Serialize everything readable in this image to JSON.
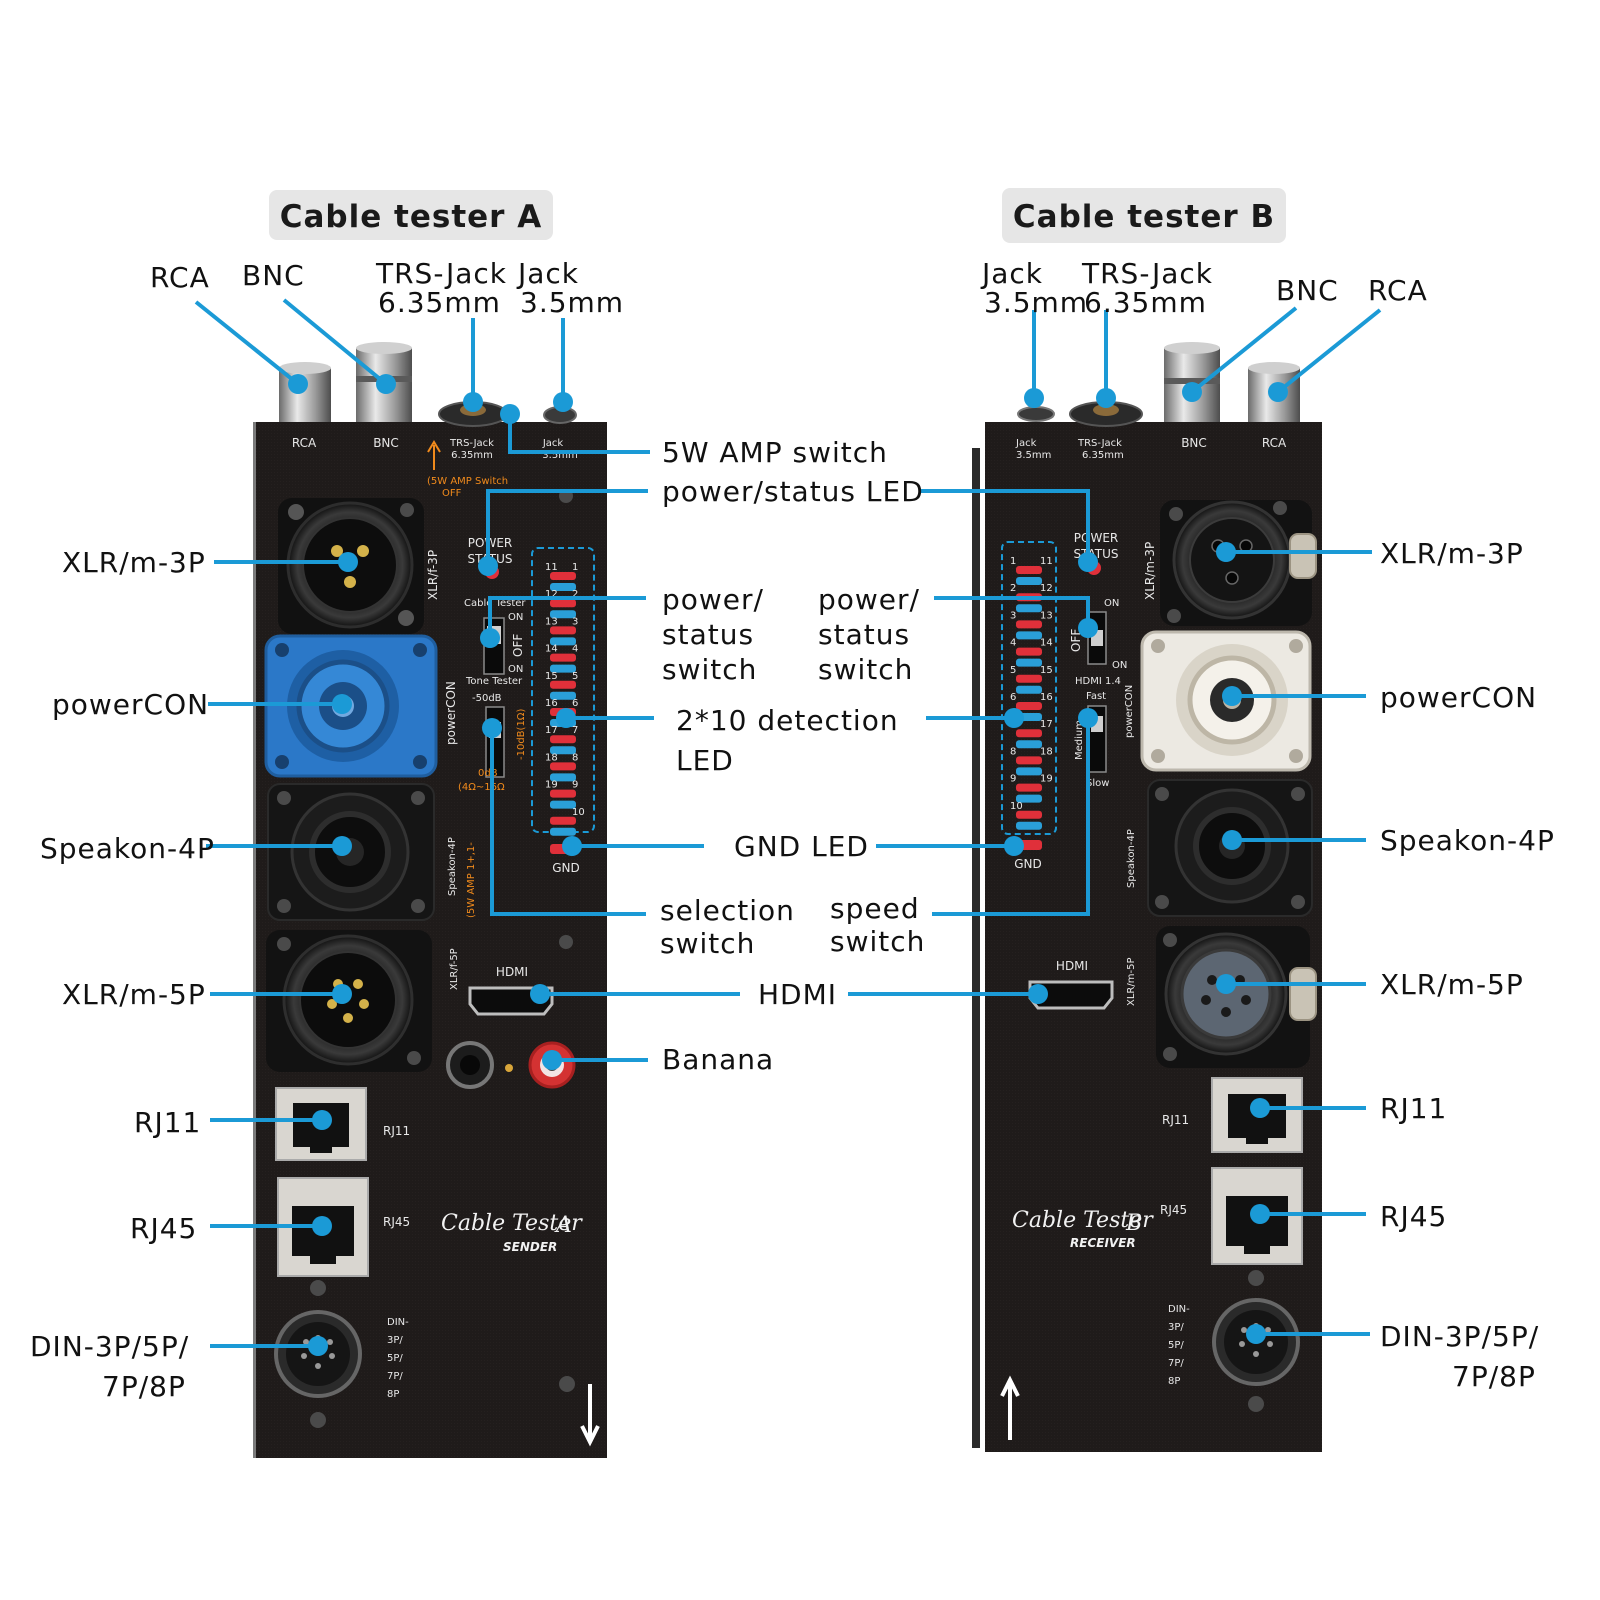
{
  "titles": {
    "a": "Cable tester A",
    "b": "Cable tester B"
  },
  "callouts": {
    "rca_a": "RCA",
    "bnc_a": "BNC",
    "trs_a_1": "TRS-Jack",
    "trs_a_2": "6.35mm",
    "jack_a_1": "Jack",
    "jack_a_2": "3.5mm",
    "jack_b_1": "Jack",
    "jack_b_2": "3.5mm",
    "trs_b_1": "TRS-Jack",
    "trs_b_2": "6.35mm",
    "bnc_b": "BNC",
    "rca_b": "RCA",
    "amp_switch": "5W AMP switch",
    "power_led": "power/status LED",
    "xlr3_a": "XLR/m-3P",
    "xlr3_b": "XLR/m-3P",
    "pow_sw_a_1": "power/",
    "pow_sw_a_2": "status",
    "pow_sw_a_3": "switch",
    "pow_sw_b_1": "power/",
    "pow_sw_b_2": "status",
    "pow_sw_b_3": "switch",
    "powercon_a": "powerCON",
    "powercon_b": "powerCON",
    "detect_1": "2*10 detection",
    "detect_2": "LED",
    "speakon_a": "Speakon-4P",
    "speakon_b": "Speakon-4P",
    "gnd_led": "GND LED",
    "sel_1": "selection",
    "sel_2": "switch",
    "speed_1": "speed",
    "speed_2": "switch",
    "xlr5_a": "XLR/m-5P",
    "xlr5_b": "XLR/m-5P",
    "hdmi": "HDMI",
    "banana": "Banana",
    "rj11_a": "RJ11",
    "rj11_b": "RJ11",
    "rj45_a": "RJ45",
    "rj45_b": "RJ45",
    "din_a_1": "DIN-3P/5P/",
    "din_a_2": "7P/8P",
    "din_b_1": "DIN-3P/5P/",
    "din_b_2": "7P/8P"
  },
  "panel_a": {
    "rca": "RCA",
    "bnc": "BNC",
    "trs_1": "TRS-Jack",
    "trs_2": "6.35mm",
    "jack_1": "Jack",
    "jack_2": "3.5mm",
    "amp_switch": "(5W AMP Switch",
    "off": "OFF",
    "xlr3": "XLR/f-3P",
    "power": "POWER",
    "status": "STATUS",
    "cable": "Cable Tester",
    "on1": "ON",
    "off_sw": "OFF",
    "on2": "ON",
    "tone": "Tone Tester",
    "m50": "-50dB",
    "m10": "-10dB(1Ω)",
    "zero": "0dB",
    "ohm": "(4Ω~16Ω",
    "powercon": "powerCON",
    "speakon": "Speakon-4P",
    "amp_note": "(5W AMP 1+,1-",
    "xlr5": "XLR/f-5P",
    "hdmi": "HDMI",
    "rj11": "RJ11",
    "rj45": "RJ45",
    "din": [
      "DIN-",
      "3P/",
      "5P/",
      "7P/",
      "8P"
    ],
    "brand": "Cable Tester",
    "brand_letter": "A",
    "brand_sub": "SENDER",
    "gnd": "GND",
    "led_left": [
      "11",
      "12",
      "13",
      "14",
      "15",
      "16",
      "17",
      "18",
      "19",
      ""
    ],
    "led_right": [
      "1",
      "2",
      "3",
      "4",
      "5",
      "6",
      "7",
      "8",
      "9",
      "10"
    ]
  },
  "panel_b": {
    "jack_1": "Jack",
    "jack_2": "3.5mm",
    "trs_1": "TRS-Jack",
    "trs_2": "6.35mm",
    "bnc": "BNC",
    "rca": "RCA",
    "power": "POWER",
    "status": "STATUS",
    "xlr3": "XLR/m-3P",
    "on1": "ON",
    "off_sw": "OFF",
    "on2": "ON",
    "hdmi_sw": "HDMI 1.4",
    "fast": "Fast",
    "medium": "Medium",
    "slow": "Slow",
    "powercon": "powerCON",
    "speakon": "Speakon-4P",
    "xlr5": "XLR/m-5P",
    "hdmi": "HDMI",
    "rj11": "RJ11",
    "rj45": "RJ45",
    "din": [
      "DIN-",
      "3P/",
      "5P/",
      "7P/",
      "8P"
    ],
    "brand": "Cable Tester",
    "brand_letter": "B",
    "brand_sub": "RECEIVER",
    "gnd": "GND",
    "led_left": [
      "1",
      "2",
      "3",
      "4",
      "5",
      "6",
      "7",
      "8",
      "9",
      "10"
    ],
    "led_right": [
      "11",
      "12",
      "13",
      "14",
      "15",
      "16",
      "17",
      "18",
      "19",
      ""
    ]
  },
  "colors": {
    "callout_line": "#1b9ad6",
    "panel": "#1f1b1a",
    "powercon_a": "#2b78c8",
    "powercon_b": "#ece9e2",
    "led_red": "#e0303a",
    "led_blue": "#2a9fd8",
    "orange_text": "#f08a1c"
  }
}
